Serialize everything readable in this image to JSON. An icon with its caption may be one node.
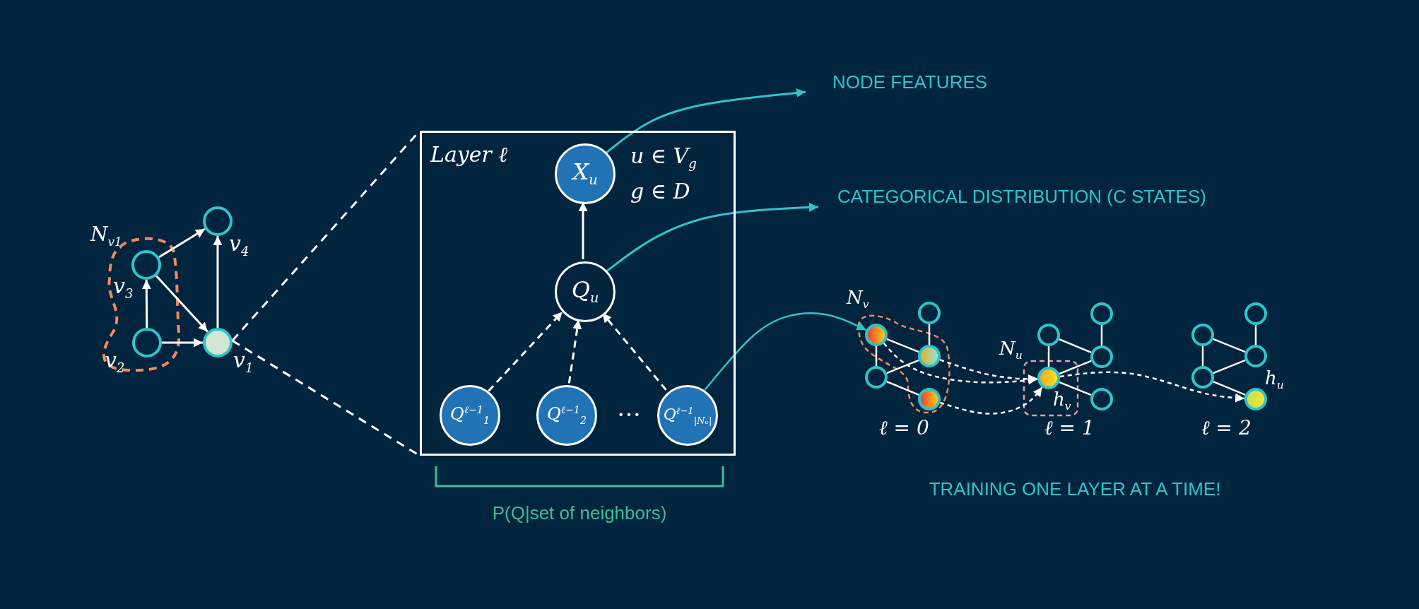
{
  "diagram": {
    "nodes": [
      {
        "text": [],
        "shape": "circle",
        "beside": [
          "v$_{4}$"
        ]
      },
      {
        "text": [],
        "shape": "circle",
        "beside": [
          "v$_{3}$"
        ]
      },
      {
        "text": [],
        "shape": "circle",
        "beside": [
          "v$_{2}$"
        ]
      },
      {
        "text": [],
        "shape": "circle",
        "beside": [
          "v$_{1}$"
        ]
      },
      {
        "text": [
          "Layer ℓ",
          "u ∈ V$_{g}$",
          "g ∈ D"
        ]
      },
      {
        "text": [
          "X$_{u}$"
        ],
        "in": 4
      },
      {
        "text": [
          "Q$_{u}$"
        ],
        "in": 4
      },
      {
        "text": [
          "Q$^{ℓ−1}$$_{1}$"
        ],
        "in": 4
      },
      {
        "text": [
          "Q$^{ℓ−1}$$_{2}$"
        ],
        "in": 4
      },
      {
        "text": [
          "Q$^{ℓ−1}$$_{|Nᵤ|}$"
        ],
        "in": 4
      },
      {
        "text": [
          "NODE FEATURES"
        ]
      },
      {
        "text": [
          "CATEGORICAL DISTRIBUTION (C STATES)"
        ]
      },
      {
        "text": [],
        "shape": "circle"
      },
      {
        "text": [],
        "shape": "circle"
      },
      {
        "text": [],
        "shape": "circle"
      },
      {
        "text": [],
        "shape": "circle"
      },
      {
        "text": [],
        "shape": "circle"
      },
      {
        "text": [],
        "shape": "circle"
      },
      {
        "text": [],
        "shape": "circle"
      },
      {
        "text": [],
        "shape": "circle"
      },
      {
        "text": [],
        "shape": "circle",
        "beside": [
          "h$_{v}$"
        ]
      },
      {
        "text": [],
        "shape": "circle"
      },
      {
        "text": [],
        "shape": "circle"
      },
      {
        "text": [],
        "shape": "circle"
      },
      {
        "text": [],
        "shape": "circle"
      },
      {
        "text": [],
        "shape": "circle"
      },
      {
        "text": [],
        "shape": "circle",
        "beside": [
          "h$_{u}$"
        ]
      }
    ],
    "edges": [
      {
        "from": 1,
        "to": 0,
        "arrow": "to"
      },
      {
        "from": 3,
        "to": 0,
        "arrow": "to"
      },
      {
        "from": 2,
        "to": 1,
        "arrow": "to"
      },
      {
        "from": 1,
        "to": 3,
        "arrow": "to"
      },
      {
        "from": 2,
        "to": 3,
        "arrow": "to"
      },
      {
        "from": 3,
        "to": 4,
        "arrow": "none",
        "style": "dashed"
      },
      {
        "from": 3,
        "to": 4,
        "arrow": "none",
        "style": "dashed"
      },
      {
        "from": 6,
        "to": 5,
        "arrow": "to"
      },
      {
        "from": 7,
        "to": 6,
        "arrow": "to",
        "style": "dashed"
      },
      {
        "from": 8,
        "to": 6,
        "arrow": "to",
        "style": "dashed"
      },
      {
        "from": 9,
        "to": 6,
        "arrow": "to",
        "style": "dashed"
      },
      {
        "from": 5,
        "to": 10,
        "arrow": "to",
        "color": "#2bc5c9"
      },
      {
        "from": 6,
        "to": 11,
        "arrow": "to",
        "color": "#2bc5c9"
      },
      {
        "from": 9,
        "to": 13,
        "arrow": "to",
        "color": "#2bc5c9"
      },
      {
        "from": 13,
        "to": 15,
        "arrow": "none"
      },
      {
        "from": 13,
        "to": 14,
        "arrow": "none"
      },
      {
        "from": 15,
        "to": 14,
        "arrow": "none"
      },
      {
        "from": 15,
        "to": 16,
        "arrow": "none"
      },
      {
        "from": 12,
        "to": 14,
        "arrow": "none"
      },
      {
        "from": 18,
        "to": 20,
        "arrow": "none"
      },
      {
        "from": 18,
        "to": 19,
        "arrow": "none"
      },
      {
        "from": 20,
        "to": 19,
        "arrow": "none"
      },
      {
        "from": 20,
        "to": 21,
        "arrow": "none"
      },
      {
        "from": 17,
        "to": 19,
        "arrow": "none"
      },
      {
        "from": 23,
        "to": 25,
        "arrow": "none"
      },
      {
        "from": 23,
        "to": 24,
        "arrow": "none"
      },
      {
        "from": 25,
        "to": 24,
        "arrow": "none"
      },
      {
        "from": 25,
        "to": 26,
        "arrow": "none"
      },
      {
        "from": 22,
        "to": 24,
        "arrow": "none"
      },
      {
        "from": 13,
        "to": 20,
        "arrow": "to",
        "style": "dashed"
      },
      {
        "from": 14,
        "to": 20,
        "arrow": "to",
        "style": "dashed"
      },
      {
        "from": 16,
        "to": 20,
        "arrow": "to",
        "style": "dashed"
      },
      {
        "from": 20,
        "to": 26,
        "arrow": "to",
        "style": "dashed"
      }
    ],
    "labels": [
      "N$_{v1}$",
      "…",
      "P(Q|set of neighbors)",
      "N$_{v}$",
      "N$_{u}$",
      "ℓ = 0",
      "ℓ = 1",
      "ℓ = 2",
      "TRAINING ONE LAYER AT A TIME!"
    ]
  }
}
